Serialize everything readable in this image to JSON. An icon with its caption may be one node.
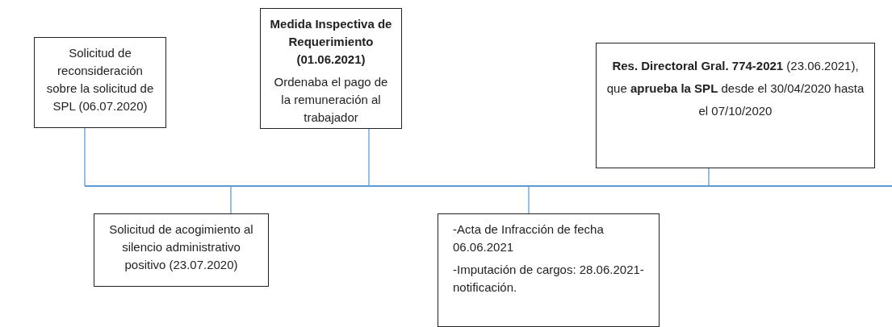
{
  "diagram": {
    "nodes": [
      {
        "text": [
          "Solicitud de reconsideración sobre la solicitud de SPL (06.07.2020)"
        ]
      },
      {
        "text": [
          "Medida Inspectiva de Requerimiento (01.06.2021)",
          "Ordenaba el pago de la remuneración al trabajador"
        ]
      },
      {
        "text": [
          "**Res. Directoral Gral. 774-2021** (23.06.2021), que **aprueba la SPL** desde el 30/04/2020 hasta el 07/10/2020"
        ]
      },
      {
        "text": [],
        "shape": "bar"
      },
      {
        "text": [
          "Solicitud de acogimiento al silencio administrativo positivo (23.07.2020)"
        ]
      },
      {
        "text": [
          "-Acta de Infracción de fecha 06.06.2021",
          "-Imputación de cargos: 28.06.2021- notificación."
        ]
      }
    ],
    "edges": [
      {
        "from": 0,
        "to": 3,
        "arrow": "none"
      },
      {
        "from": 1,
        "to": 3,
        "arrow": "none"
      },
      {
        "from": 2,
        "to": 3,
        "arrow": "none"
      },
      {
        "from": 4,
        "to": 3,
        "arrow": "none"
      },
      {
        "from": 5,
        "to": 3,
        "arrow": "none"
      }
    ]
  }
}
